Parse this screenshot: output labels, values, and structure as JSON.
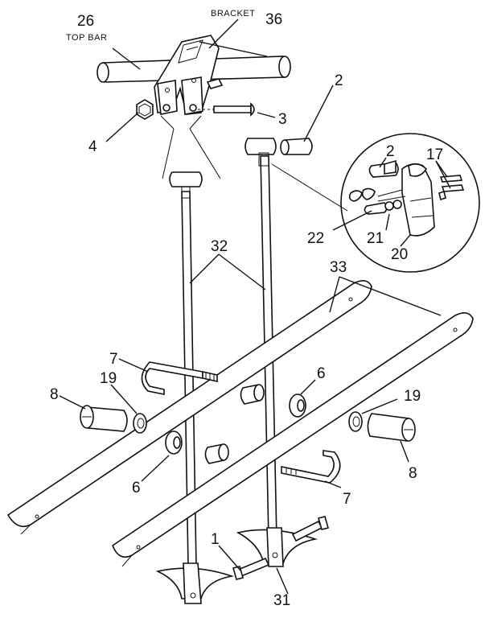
{
  "labels": {
    "top_bar_num": "26",
    "top_bar_text": "TOP BAR",
    "bracket_text": "BRACKET",
    "bracket_num": "36",
    "p2_top": "2",
    "p3": "3",
    "p4": "4",
    "p2_detail": "2",
    "p17": "17",
    "p22": "22",
    "p21": "21",
    "p20": "20",
    "p32": "32",
    "p33": "33",
    "p7_left": "7",
    "p6_left": "6",
    "p8_left": "8",
    "p19_left": "19",
    "p6_right": "6",
    "p19_right": "19",
    "p8_right": "8",
    "p7_right": "7",
    "p1": "1",
    "p31": "31"
  }
}
